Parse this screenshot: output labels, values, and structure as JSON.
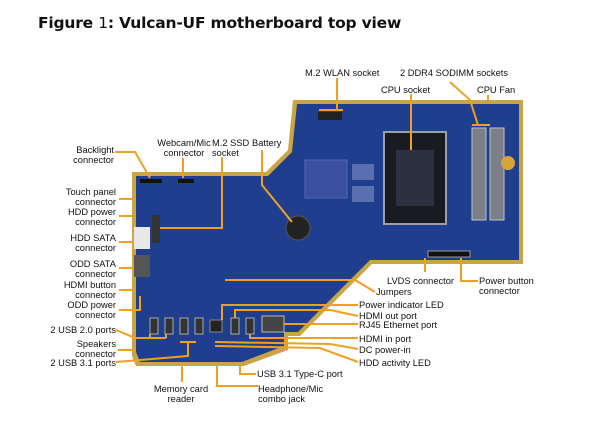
{
  "figure": {
    "title_prefix": "Figure ",
    "title_number": "1",
    "title_text": ": Vulcan-UF motherboard top view"
  },
  "colors": {
    "board": "#1f3f8e",
    "board_dark": "#17306f",
    "trim": "#c9a544",
    "leader": "#f0a020",
    "text": "#111111"
  },
  "labels": {
    "m2_wlan": "M.2 WLAN socket",
    "ddr4": "2 DDR4 SODIMM sockets",
    "cpu_socket": "CPU socket",
    "cpu_fan": "CPU Fan",
    "backlight": [
      "Backlight",
      "connector"
    ],
    "webcam": [
      "Webcam/Mic",
      "connector"
    ],
    "m2_ssd": [
      "M.2 SSD",
      "socket"
    ],
    "battery": "Battery",
    "touch_panel": [
      "Touch panel",
      "connector"
    ],
    "hdd_power": [
      "HDD power",
      "connector"
    ],
    "hdd_sata": [
      "HDD SATA",
      "connector"
    ],
    "odd_sata": [
      "ODD SATA",
      "connector"
    ],
    "hdmi_button": [
      "HDMI button",
      "connector"
    ],
    "odd_power": [
      "ODD power",
      "connector"
    ],
    "usb20": "2 USB 2.0 ports",
    "speakers": [
      "Speakers",
      "connector"
    ],
    "usb31": "2 USB 3.1 ports",
    "memory_card": [
      "Memory card",
      "reader"
    ],
    "headphone": [
      "Headphone/Mic",
      "combo jack"
    ],
    "usb_typec": "USB 3.1 Type-C port",
    "lvds": "LVDS connector",
    "power_button": [
      "Power button",
      "connector"
    ],
    "jumpers": "Jumpers",
    "power_led": "Power indicator LED",
    "hdmi_out": "HDMI out port",
    "rj45": "RJ45 Ethernet port",
    "hdmi_in": "HDMI in port",
    "dc_power": "DC power-in",
    "hdd_led": "HDD activity LED"
  }
}
